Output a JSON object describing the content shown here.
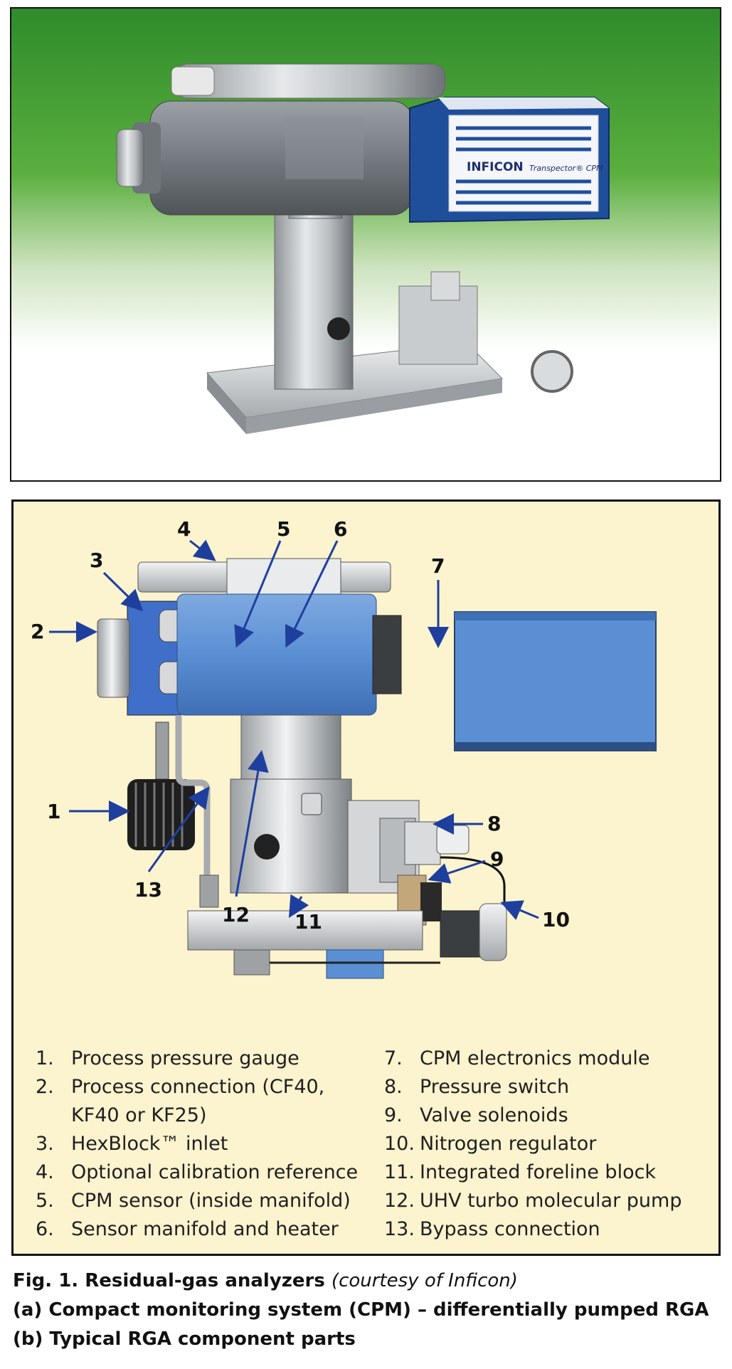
{
  "photo": {
    "brand_label": "INFICON",
    "product_label": "Transpector® CPM"
  },
  "callouts": [
    "1",
    "2",
    "3",
    "4",
    "5",
    "6",
    "7",
    "8",
    "9",
    "10",
    "11",
    "12",
    "13"
  ],
  "legend": [
    {
      "num": "1.",
      "text": "Process pressure gauge"
    },
    {
      "num": "2.",
      "text": "Process connection (CF40,",
      "cont": "KF40 or KF25)"
    },
    {
      "num": "3.",
      "text": "HexBlock™ inlet"
    },
    {
      "num": "4.",
      "text": "Optional calibration reference"
    },
    {
      "num": "5.",
      "text": "CPM sensor (inside manifold)"
    },
    {
      "num": "6.",
      "text": "Sensor manifold and heater"
    },
    {
      "num": "7.",
      "text": "CPM electronics module"
    },
    {
      "num": "8.",
      "text": "Pressure switch"
    },
    {
      "num": "9.",
      "text": "Valve solenoids"
    },
    {
      "num": "10.",
      "text": "Nitrogen regulator"
    },
    {
      "num": "11.",
      "text": "Integrated foreline block"
    },
    {
      "num": "12.",
      "text": "UHV turbo molecular pump"
    },
    {
      "num": "13.",
      "text": "Bypass connection"
    }
  ],
  "caption": {
    "line1_bold": "Fig. 1. Residual-gas analyzers",
    "line1_italic": "(courtesy of Inficon)",
    "line2": "(a) Compact monitoring system (CPM) – differentially pumped RGA",
    "line3": "(b) Typical RGA component parts"
  },
  "colors": {
    "photo_green": "#3f9a35",
    "diagram_bg": "#fcf3cf",
    "diagram_blue": "#5a8fd4",
    "arrow_blue": "#1f3f9e",
    "module_blue": "#1f4e9b"
  }
}
